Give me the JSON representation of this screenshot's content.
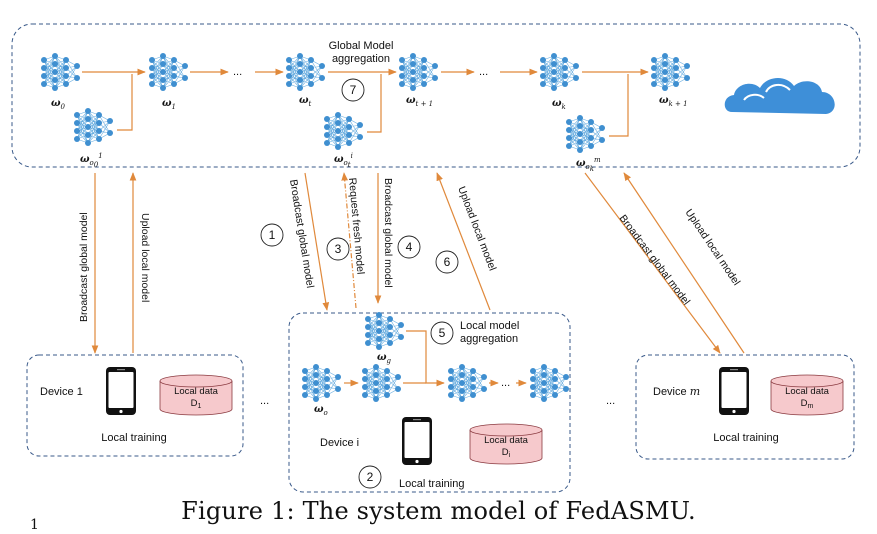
{
  "cloud_panel": {
    "aggregation_label_line1": "Global Model",
    "aggregation_label_line2": "aggregation",
    "step_seven": "7",
    "models": {
      "w0": {
        "base": "ω",
        "sub": "0",
        "sup": ""
      },
      "w1": {
        "base": "ω",
        "sub": "1",
        "sup": ""
      },
      "wt": {
        "base": "ω",
        "sub": "t",
        "sup": ""
      },
      "wt1": {
        "base": "ω",
        "sub": "t + 1",
        "sup": ""
      },
      "wk": {
        "base": "ω",
        "sub": "k",
        "sup": ""
      },
      "wk1": {
        "base": "ω",
        "sub": "k + 1",
        "sup": ""
      },
      "wo0": {
        "base": "ω",
        "sub": "o",
        "subsub": "0",
        "sup": "1"
      },
      "wot": {
        "base": "ω",
        "sub": "o",
        "subsub": "t",
        "sup": "i"
      },
      "wok": {
        "base": "ω",
        "sub": "o",
        "subsub": "k",
        "sup": "m"
      }
    },
    "ellipsis": "..."
  },
  "links": {
    "left_broadcast": "Broadcast global model",
    "left_upload": "Upload local model",
    "center_broadcast_1": "Broadcast global model",
    "center_request_3": "Request fresh model",
    "center_broadcast_4": "Broadcast global model",
    "center_upload_6": "Upload local model",
    "right_broadcast": "Broadcast global model",
    "right_upload": "Upload local model",
    "step_one": "1",
    "step_three": "3",
    "step_four": "4",
    "step_six": "6"
  },
  "device_1": {
    "name": "Device",
    "index": "1",
    "local_data_label": "Local data",
    "local_data_base": "D",
    "local_data_sub": "1",
    "training_label": "Local training"
  },
  "device_i": {
    "name": "Device i",
    "local_data_label": "Local data",
    "local_data_base": "D",
    "local_data_sub": "i",
    "training_label": "Local training",
    "step_two": "2",
    "step_five": "5",
    "aggregation_line1": "Local model",
    "aggregation_line2": "aggregation",
    "w_o": {
      "base": "ω",
      "sub": "o"
    },
    "w_g": {
      "base": "ω",
      "sub": "g"
    }
  },
  "device_m": {
    "name": "Device",
    "index": "m",
    "local_data_label": "Local data",
    "local_data_base": "D",
    "local_data_sub": "m",
    "training_label": "Local training"
  },
  "between_devices_ellipsis": "...",
  "caption": "Figure 1: The system model of FedASMU.",
  "footmark": "1",
  "colors": {
    "arrow": "#e0893b",
    "panel_border": "#3a5a8a",
    "net_node": "#3f8fd0",
    "net_edge": "#6aaee0",
    "cloud": "#3e8fd8",
    "cylinder_fill": "#f6c9cc",
    "cylinder_stroke": "#8a3a40",
    "circle_stroke": "#222222"
  }
}
